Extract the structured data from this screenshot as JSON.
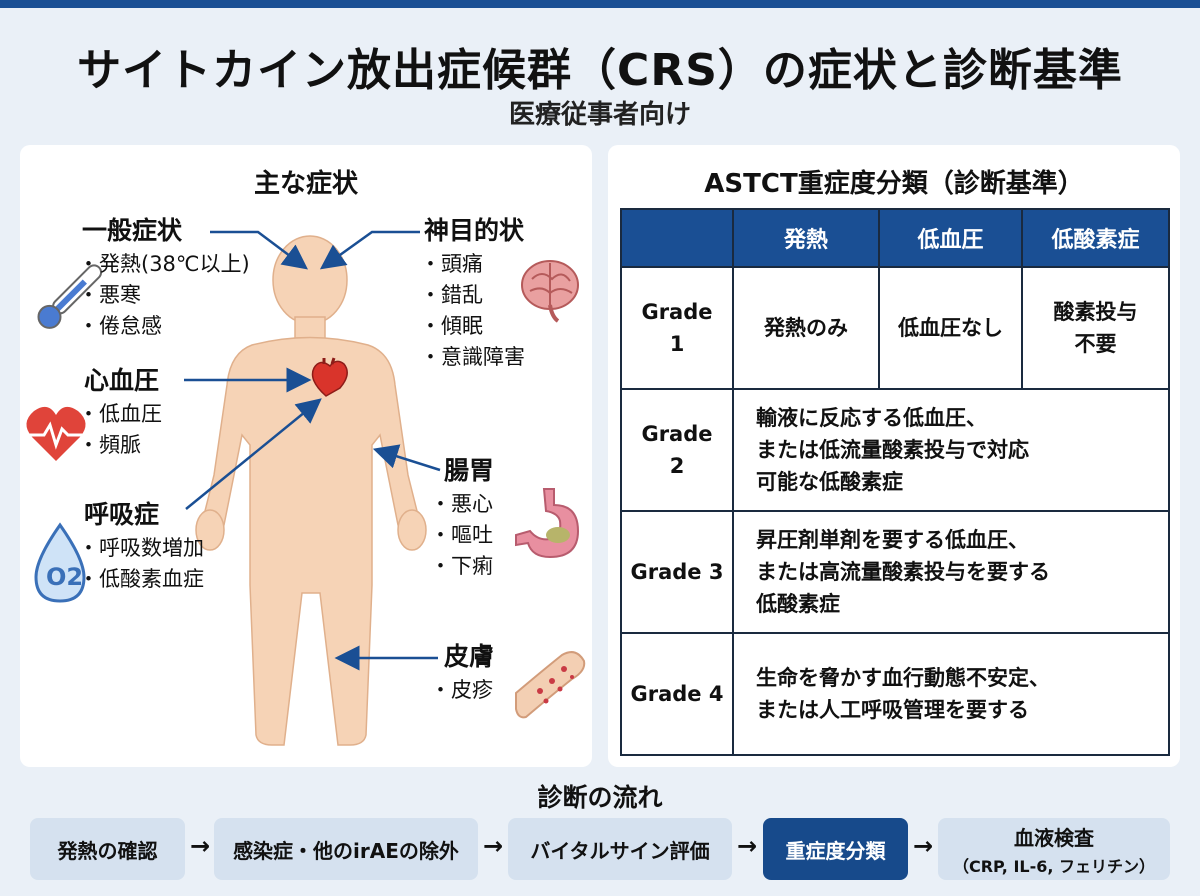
{
  "header": {
    "title": "サイトカイン放出症候群（CRS）の症状と診断基準",
    "subtitle": "医療従事者向け"
  },
  "symptoms": {
    "title": "主な症状",
    "general": {
      "heading": "一般症状",
      "items": [
        "発熱(38℃以上)",
        "悪寒",
        "倦怠感"
      ]
    },
    "cardio": {
      "heading": "心血圧",
      "items": [
        "低血圧",
        "頻脈"
      ]
    },
    "respiratory": {
      "heading": "呼吸症",
      "items": [
        "呼吸数増加",
        "低酸素血症"
      ]
    },
    "neuro": {
      "heading": "神目的状",
      "items": [
        "頭痛",
        "錯乱",
        "傾眠",
        "意識障害"
      ]
    },
    "gi": {
      "heading": "腸胃",
      "items": [
        "悪心",
        "嘔吐",
        "下痢"
      ]
    },
    "skin": {
      "heading": "皮膚",
      "items": [
        "皮疹"
      ]
    },
    "o2_label": "O2"
  },
  "criteria": {
    "title": "ASTCT重症度分類（診断基準）",
    "columns": [
      "",
      "発熱",
      "低血圧",
      "低酸素症"
    ],
    "grade1": {
      "label": "Grade 1",
      "fever": "発熱のみ",
      "hypotension": "低血圧なし",
      "hypoxia": "酸素投与不要"
    },
    "grade2": {
      "label": "Grade 2",
      "desc": [
        "輸液に反応する低血圧、",
        "または低流量酸素投与で対応",
        "可能な低酸素症"
      ]
    },
    "grade3": {
      "label": "Grade 3",
      "desc": [
        "昇圧剤単剤を要する低血圧、",
        "または高流量酸素投与を要する",
        "低酸素症"
      ]
    },
    "grade4": {
      "label": "Grade 4",
      "desc": [
        "生命を脅かす血行動態不安定、",
        "または人工呼吸管理を要する"
      ]
    }
  },
  "flow": {
    "title": "診断の流れ",
    "steps": [
      "発熱の確認",
      "感染症・他のirAEの除外",
      "バイタルサイン評価",
      "重症度分類",
      "血液検査"
    ],
    "last_sub": "（CRP, IL-6, フェリチン）",
    "arrow": "→"
  },
  "colors": {
    "accent": "#1a4f94",
    "body": "#f6d3b6",
    "heart": "#d9342b",
    "brain": "#e9a0a0",
    "stomach": "#e88fa0"
  }
}
